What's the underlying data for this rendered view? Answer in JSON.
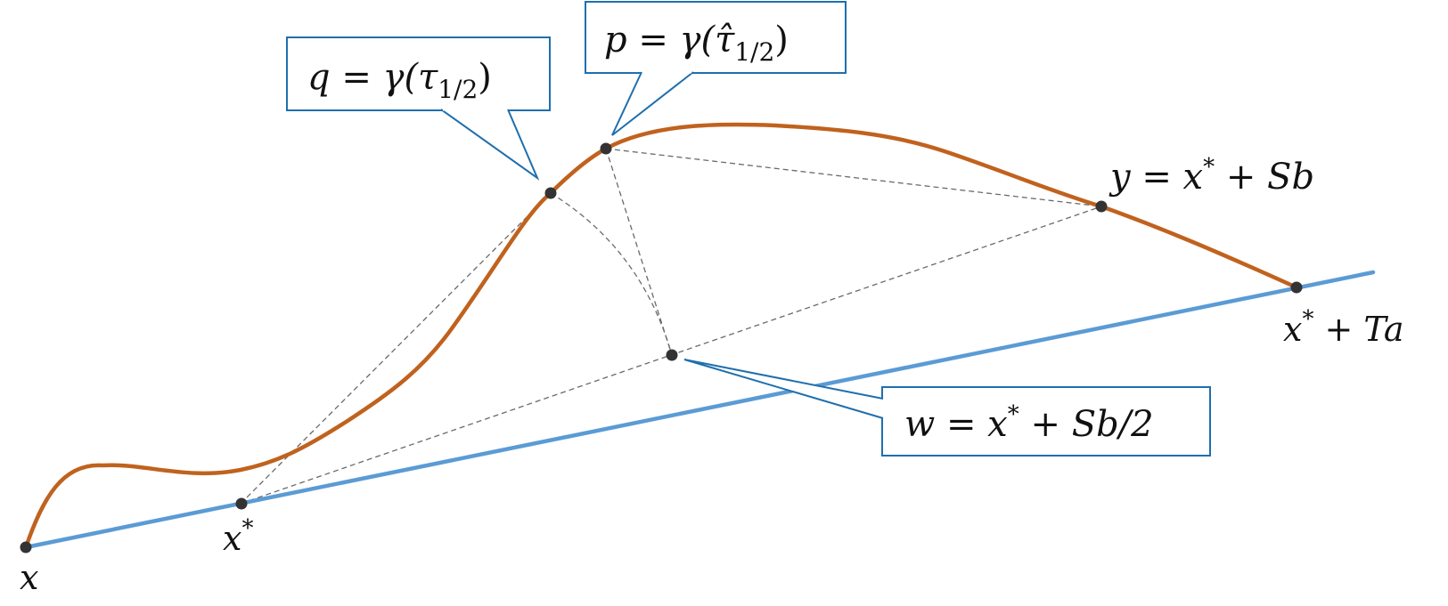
{
  "colors": {
    "curve": "#c0621e",
    "line": "#5b9bd5",
    "callout_border": "#1f6fae",
    "dashed": "#6a6a6a",
    "point": "#333333"
  },
  "labels": {
    "x": "x",
    "x_star": "x",
    "x_star_sup": "*",
    "x_star_Ta_a": "x",
    "x_star_Ta_sup": "*",
    "x_star_Ta_b": " + Ta",
    "y_a": "y = x",
    "y_sup": "*",
    "y_b": " + Sb"
  },
  "callouts": {
    "q": {
      "a": "q = γ(τ",
      "sub": "1/2",
      "b": ")"
    },
    "p": {
      "a": "p = γ(",
      "hat": "τ̂",
      "sub": "1/2",
      "b": ")"
    },
    "w": {
      "a": "w = x",
      "sup": "*",
      "b": " + Sb/2"
    }
  }
}
